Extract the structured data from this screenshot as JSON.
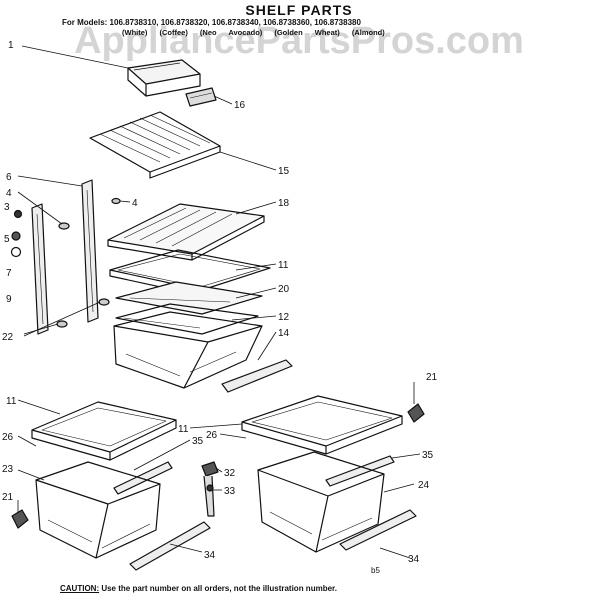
{
  "header": {
    "title": "SHELF PARTS",
    "models": "For Models: 106.8738310, 106.8738320, 106.8738340, 106.8738360, 106.8738380",
    "colors": "(White) (Coffee) (Neo Avocado) (Golden Wheat) (Almond)"
  },
  "watermark": "AppliancePartsPros.com",
  "footer": {
    "caution_label": "CAUTION:",
    "caution_text": " Use the part number on all orders, not the illustration number.",
    "code": "b5"
  },
  "callouts": {
    "c1": "1",
    "c16": "16",
    "c15": "15",
    "c6": "6",
    "c4a": "4",
    "c4b": "4",
    "c3": "3",
    "c5": "5",
    "c7": "7",
    "c9": "9",
    "c18": "18",
    "c11a": "11",
    "c20": "20",
    "c12": "12",
    "c14": "14",
    "c22": "22",
    "c21a": "21",
    "c11b": "11",
    "c11c": "11",
    "c26a": "26",
    "c26b": "26",
    "c35a": "35",
    "c35b": "35",
    "c32": "32",
    "c33": "33",
    "c23": "23",
    "c24": "24",
    "c21b": "21",
    "c34a": "34",
    "c34b": "34"
  }
}
